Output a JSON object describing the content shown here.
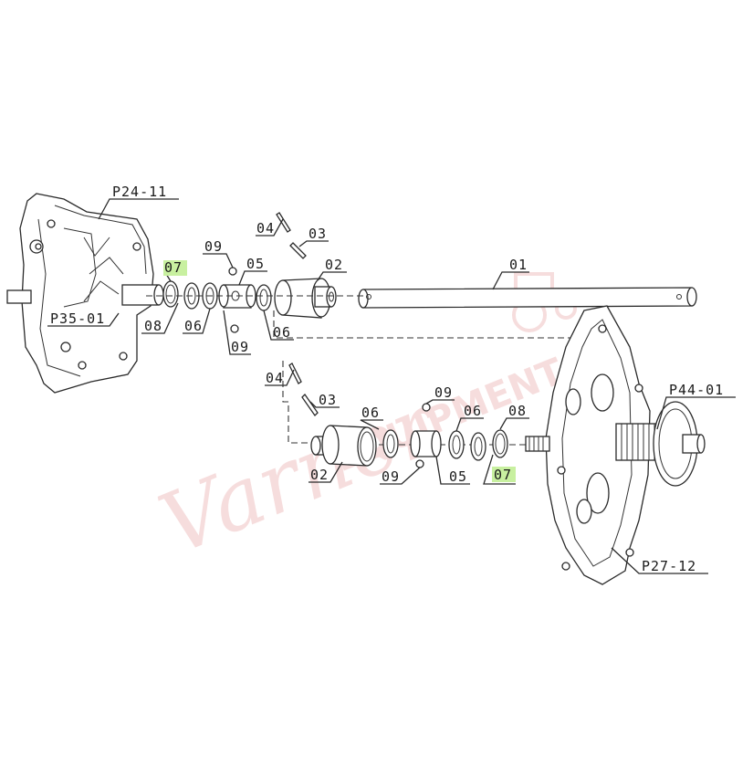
{
  "labels": {
    "p24": "P24-11",
    "p35": "P35-01",
    "p44": "P44-01",
    "p27": "P27-12",
    "l01": "01",
    "l02a": "02",
    "l02b": "02",
    "l03a": "03",
    "l03b": "03",
    "l04a": "04",
    "l04b": "04",
    "l05a": "05",
    "l05b": "05",
    "l06a": "06",
    "l06b": "06",
    "l06c": "06",
    "l07a": "07",
    "l07b": "07",
    "l08a": "08",
    "l08b": "08",
    "l09a": "09",
    "l09b": "09",
    "l09c": "09",
    "l09d": "09"
  },
  "watermark": {
    "script": "Varner",
    "block": "EQUIPMENT"
  },
  "colors": {
    "highlight": "#c8f0a0",
    "watermark": "#e8a0a0",
    "line": "#2a2a2a"
  }
}
